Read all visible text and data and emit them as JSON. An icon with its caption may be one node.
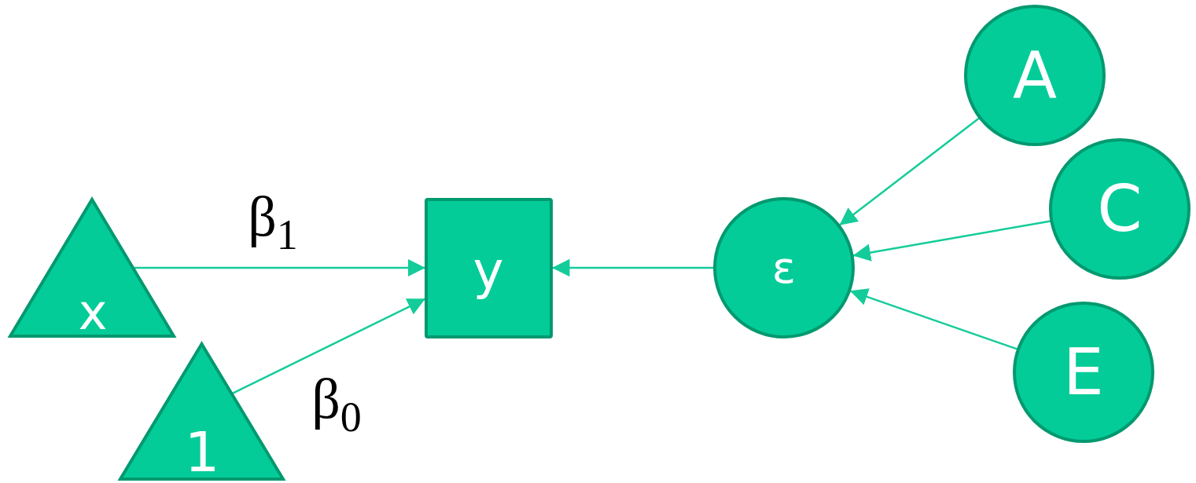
{
  "diagram": {
    "nodes": [
      {
        "text": [
          "x"
        ]
      },
      {
        "text": [
          "1"
        ]
      },
      {
        "text": [
          "y"
        ]
      },
      {
        "text": [
          "ε"
        ]
      },
      {
        "text": [
          "A"
        ]
      },
      {
        "text": [
          "C"
        ]
      },
      {
        "text": [
          "E"
        ]
      }
    ],
    "edges": [
      {
        "from": 0,
        "to": 2,
        "arrow": "to",
        "label": "β$_{1}$"
      },
      {
        "from": 1,
        "to": 2,
        "arrow": "to",
        "label": "β$_{0}$"
      },
      {
        "from": 3,
        "to": 2,
        "arrow": "to"
      },
      {
        "from": 4,
        "to": 3,
        "arrow": "to"
      },
      {
        "from": 5,
        "to": 3,
        "arrow": "to"
      },
      {
        "from": 6,
        "to": 3,
        "arrow": "to"
      }
    ]
  }
}
